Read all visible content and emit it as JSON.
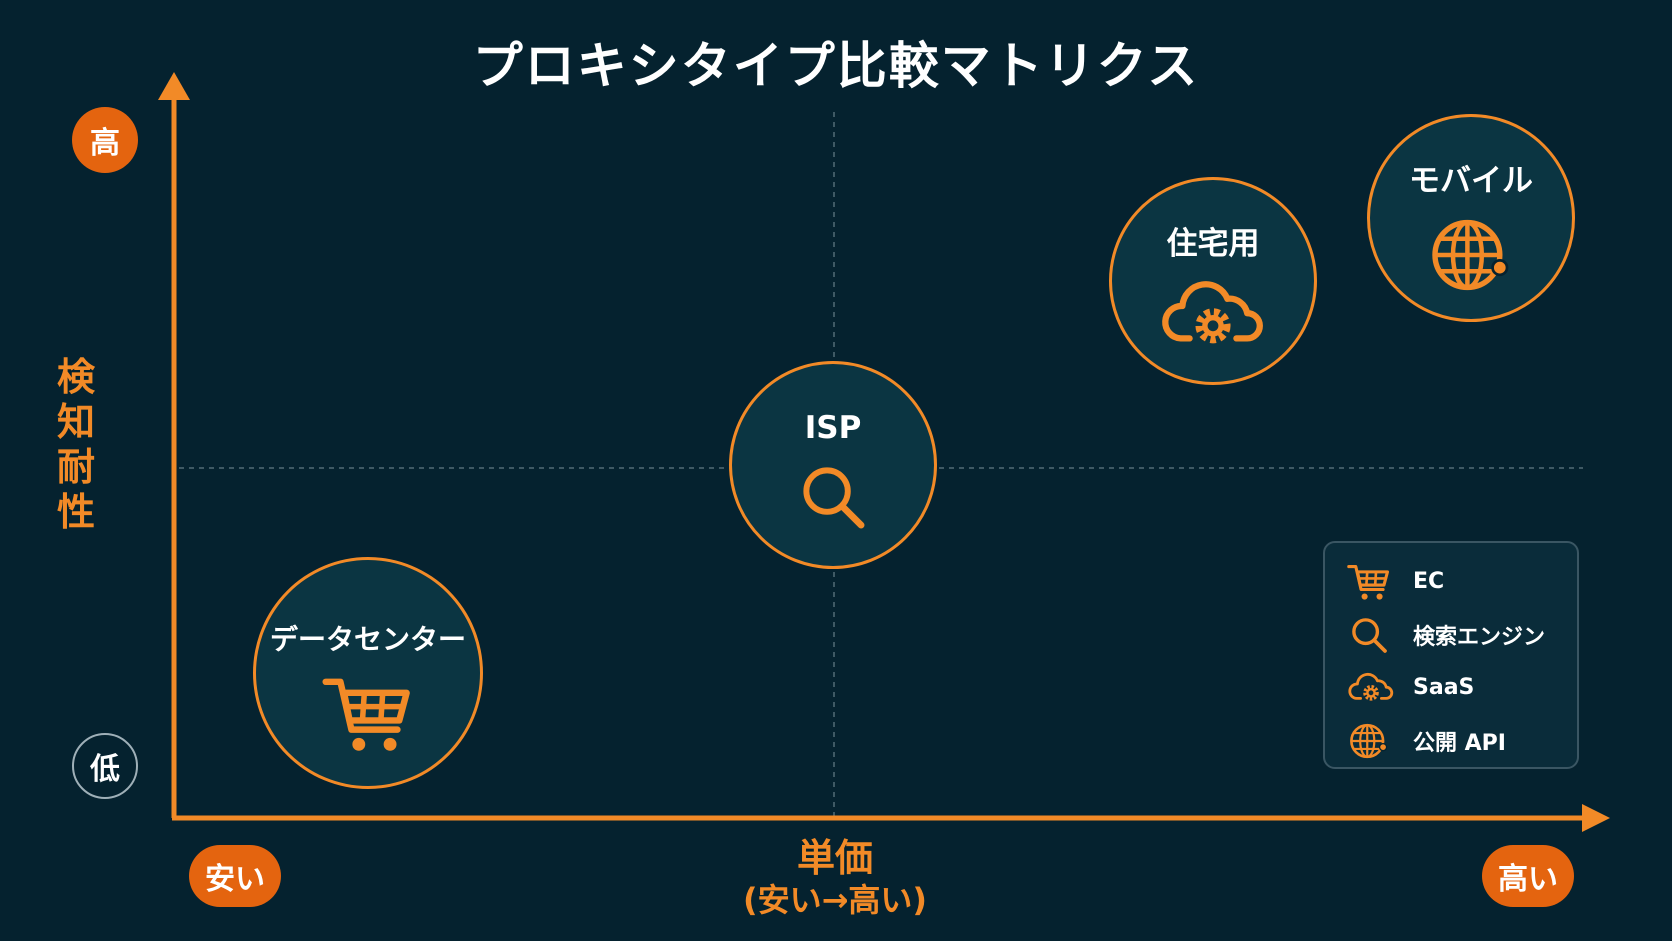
{
  "title": "プロキシタイプ比較マトリクス",
  "y_axis": {
    "label_chars": [
      "検",
      "知",
      "耐",
      "性"
    ],
    "high": "高",
    "low": "低"
  },
  "x_axis": {
    "label": "単価",
    "sublabel": "(安い→高い)",
    "low": "安い",
    "high": "高い"
  },
  "bubbles": [
    {
      "label": "データセンター",
      "icon": "cart-icon"
    },
    {
      "label": "ISP",
      "icon": "search-icon"
    },
    {
      "label": "住宅用",
      "icon": "cloud-gear-icon"
    },
    {
      "label": "モバイル",
      "icon": "globe-icon"
    }
  ],
  "legend": [
    {
      "icon": "cart-icon",
      "label": "EC"
    },
    {
      "icon": "search-icon",
      "label": "検索エンジン"
    },
    {
      "icon": "cloud-gear-icon",
      "label": "SaaS"
    },
    {
      "icon": "globe-icon",
      "label": "公開 API"
    }
  ],
  "colors": {
    "background": "#05222f",
    "accent": "#f28a27",
    "bubble_fill": "#0b3542"
  }
}
